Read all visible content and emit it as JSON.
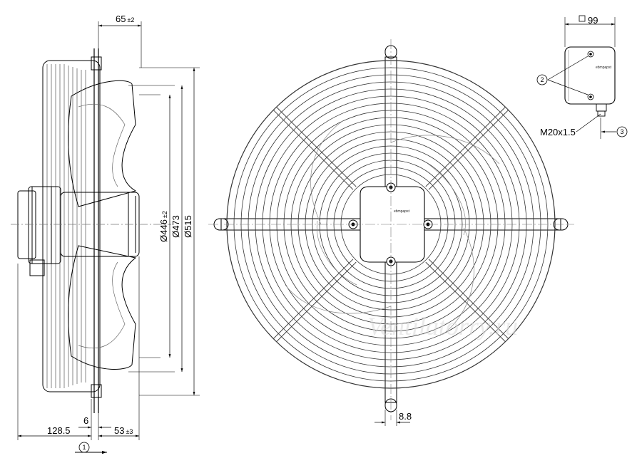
{
  "side_view": {
    "dim_top_value": "65",
    "dim_top_tol": "±2",
    "dim_446_value": "Ø446",
    "dim_446_tol": "±2",
    "dim_473": "Ø473",
    "dim_515": "Ø515",
    "dim_128_5": "128.5",
    "dim_6": "6",
    "dim_53_value": "53",
    "dim_53_tol": "±3",
    "callout_1": "1"
  },
  "front_view": {
    "brand_label": "ebmpapst",
    "dim_8_8": "8.8"
  },
  "terminal_box": {
    "dim_99": "99",
    "brand_label": "ebmpapst",
    "callout_2": "2",
    "callout_3": "3",
    "thread_label": "M20x1.5"
  },
  "watermark": "Ventilatorry.ru"
}
